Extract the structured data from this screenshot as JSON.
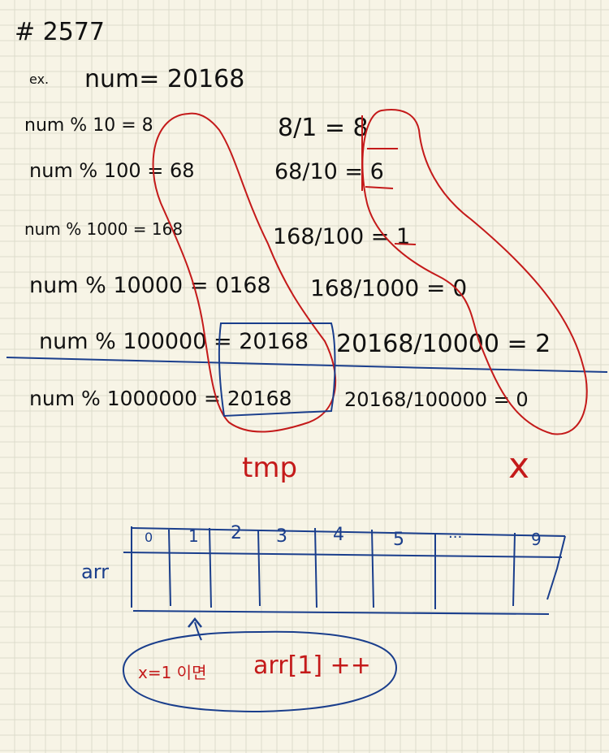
{
  "header": {
    "problem": "# 2577"
  },
  "example": {
    "label": "ex.",
    "expr": "num= 20168"
  },
  "mods": [
    "num % 10 = 8",
    "num % 100 = 68",
    "num % 1000 = 168",
    "num % 10000 = 0168",
    "num % 100000 = 20168",
    "num % 1000000 = 20168"
  ],
  "divs": [
    "8/1 = 8",
    "68/10 = 6",
    "168/100 = 1",
    "168/1000 = 0",
    "20168/10000 = 2",
    "20168/100000 = 0"
  ],
  "labels": {
    "tmp": "tmp",
    "x": "x"
  },
  "array": {
    "name": "arr",
    "indices": [
      "0",
      "1",
      "2",
      "3",
      "4",
      "5",
      "...",
      "9"
    ]
  },
  "note": {
    "condition": "x=1 이면",
    "action": "arr[1] ++"
  },
  "colors": {
    "paper": "#f7f4e6",
    "grid": "#dcdccc",
    "ink": "#111111",
    "blue": "#1a3e8c",
    "red": "#c41a1a"
  }
}
